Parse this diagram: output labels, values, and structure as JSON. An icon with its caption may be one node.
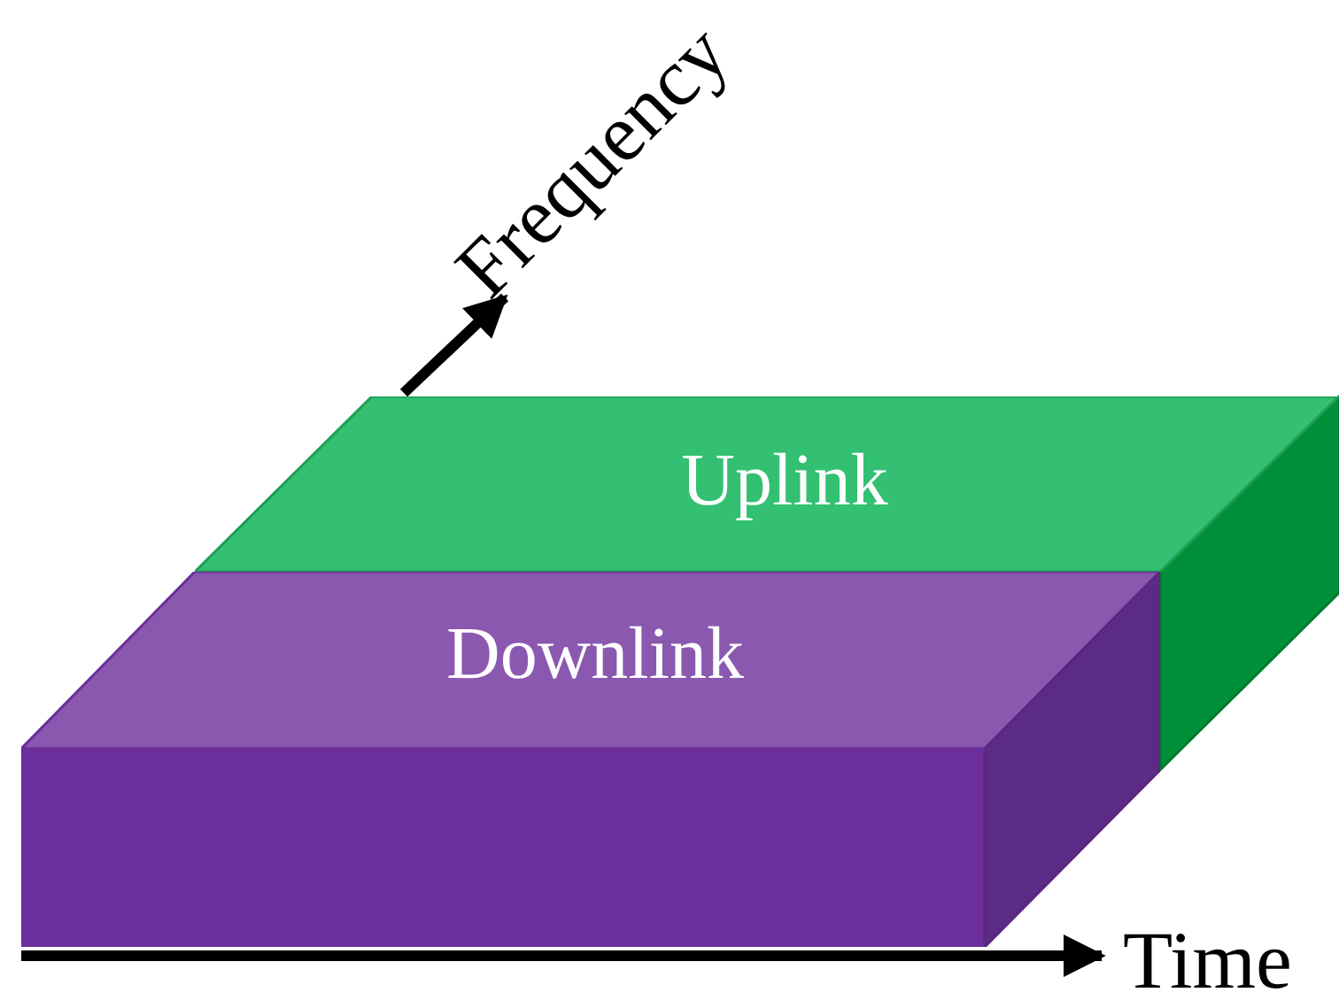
{
  "diagram": {
    "nodes": [
      {
        "text": [
          "Uplink"
        ]
      },
      {
        "text": [
          "Downlink"
        ]
      }
    ],
    "labels": [
      "Frequency",
      "Time"
    ]
  }
}
